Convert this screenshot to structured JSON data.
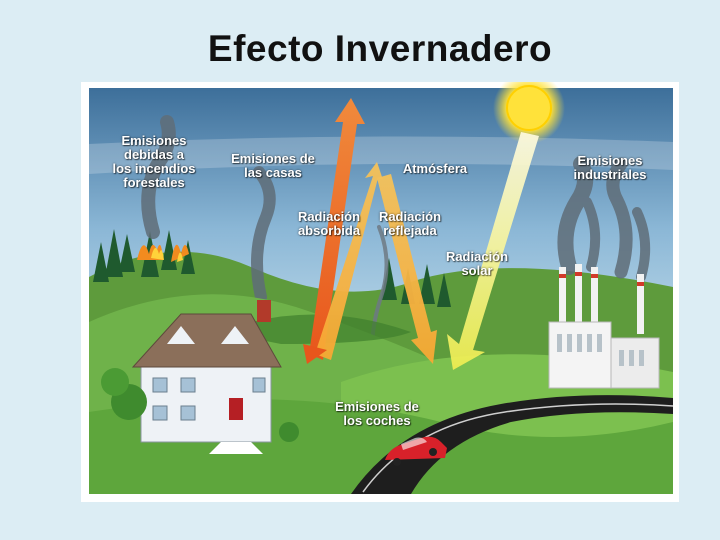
{
  "title": "Efecto Invernadero",
  "labels": {
    "forest_fires": [
      "Emisiones",
      "debidas a",
      "los incendios",
      "forestales"
    ],
    "houses": [
      "Emisiones de",
      "las casas"
    ],
    "atmosphere": "Atmósfera",
    "industrial": [
      "Emisiones",
      "industriales"
    ],
    "absorbed": [
      "Radiación",
      "absorbida"
    ],
    "reflected": [
      "Radiación",
      "reflejada"
    ],
    "solar": [
      "Radiación",
      "solar"
    ],
    "cars": [
      "Emisiones de",
      "los coches"
    ]
  },
  "colors": {
    "sky_top": "#5a8fb8",
    "sky_mid": "#9ec7df",
    "grass": "#6fb24a",
    "sun": "#ffe23a",
    "solar_beam": "#f3f07a",
    "absorbed_arrow": "#e8561c",
    "reflected_arrow": "#f7a833",
    "road": "#1e1e1e",
    "car": "#d8212a",
    "smoke": "#6e7a84"
  }
}
